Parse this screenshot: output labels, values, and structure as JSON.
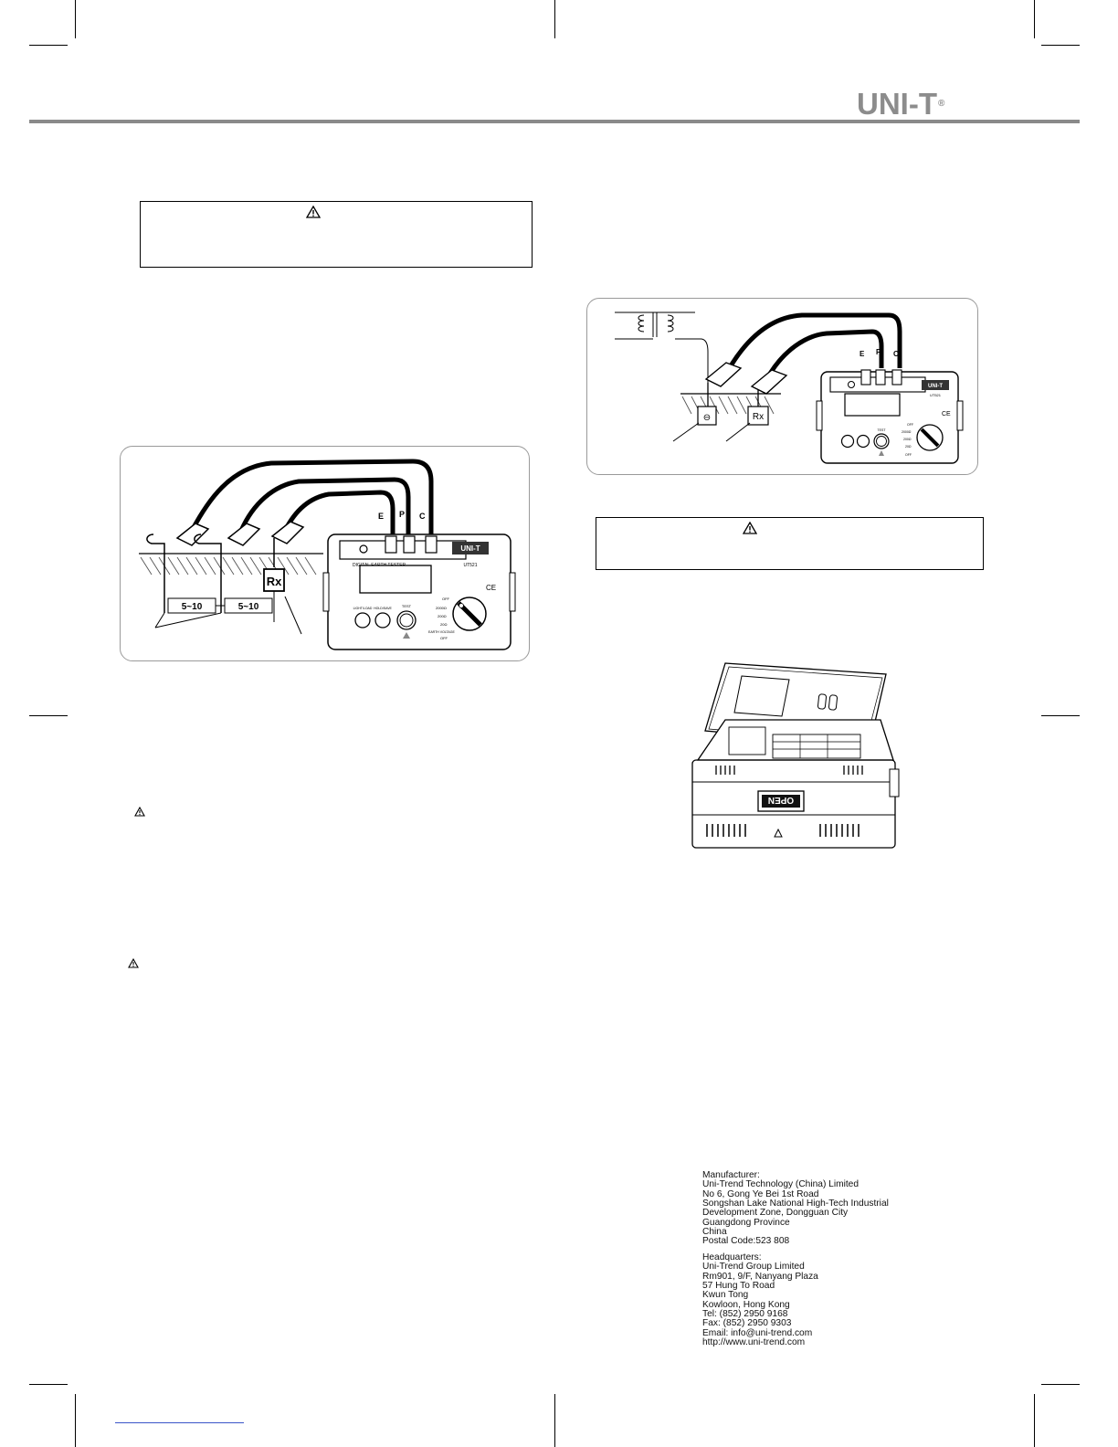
{
  "header": {
    "logo_text": "UNI-T",
    "logo_mark": "®"
  },
  "figure_earth": {
    "terminal_e": "E",
    "terminal_p": "P",
    "terminal_c": "C",
    "distance_1": "5~10",
    "distance_2": "5~10",
    "rx_label": "Rx",
    "brand": "UNI-T",
    "model": "UT521",
    "panel_title": "DIGITAL EARTH TESTER",
    "ce_mark": "CE",
    "btn_light": "LIGHT/LOAD",
    "btn_hold": "HOLD/SAVE",
    "btn_test": "TEST",
    "range_off_top": "OFF",
    "range_2000": "2000Ω",
    "range_200": "200Ω",
    "range_20": "20Ω",
    "range_voltage": "EARTH VOLTAGE",
    "range_off_bottom": "OFF"
  },
  "figure_simple": {
    "terminal_e": "E",
    "terminal_p": "P",
    "terminal_c": "C",
    "rx_label": "Rx",
    "ground_symbol": "⊖",
    "brand": "UNI-T",
    "model": "UT521",
    "ce_mark": "CE",
    "btn_test": "TEST",
    "range_off_top": "OFF",
    "range_2000": "2000Ω",
    "range_200": "200Ω",
    "range_20": "20Ω",
    "range_off_bottom": "OFF"
  },
  "figure_battery": {
    "open_label": "OPEN"
  },
  "manufacturer": {
    "lines": [
      "Manufacturer:",
      "Uni-Trend Technology (China) Limited",
      "No 6, Gong Ye Bei 1st Road",
      "Songshan Lake National High-Tech Industrial",
      "Development Zone, Dongguan City",
      "Guangdong Province",
      "China",
      "Postal Code:523 808"
    ]
  },
  "headquarters": {
    "lines": [
      "Headquarters:",
      "Uni-Trend Group Limited",
      "Rm901, 9/F, Nanyang Plaza",
      "57 Hung To Road",
      "Kwun Tong",
      "Kowloon, Hong Kong",
      "Tel: (852) 2950 9168",
      "Fax: (852) 2950 9303",
      "Email: info@uni-trend.com",
      "http://www.uni-trend.com"
    ]
  }
}
